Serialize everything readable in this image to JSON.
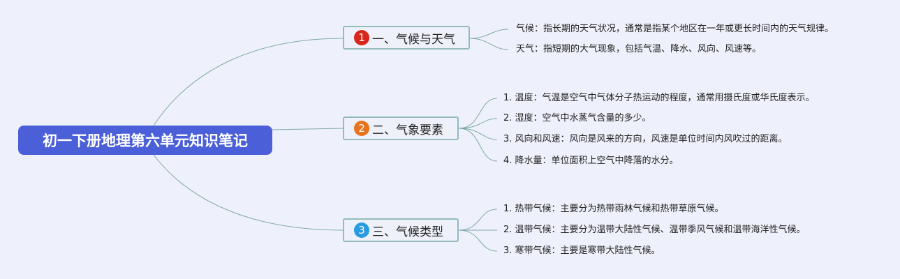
{
  "root": {
    "label": "初一下册地理第六单元知识笔记"
  },
  "branches": [
    {
      "number": "1",
      "label": "一、气候与天气",
      "badge_color": "#d9261c",
      "leaves": [
        "气候：指长期的天气状况，通常是指某个地区在一年或更长时间内的天气规律。",
        "天气：指短期的大气现象，包括气温、降水、风向、风速等。"
      ]
    },
    {
      "number": "2",
      "label": "二、气象要素",
      "badge_color": "#e8731e",
      "leaves": [
        "1. 温度：气温是空气中气体分子热运动的程度，通常用摄氏度或华氏度表示。",
        "2. 湿度：空气中水蒸气含量的多少。",
        "3. 风向和风速：风向是风来的方向，风速是单位时间内风吹过的距离。",
        "4. 降水量：单位面积上空气中降落的水分。"
      ]
    },
    {
      "number": "3",
      "label": "三、气候类型",
      "badge_color": "#2a9be0",
      "leaves": [
        "1. 热带气候：主要分为热带雨林气候和热带草原气候。",
        "2. 温带气候：主要分为温带大陆性气候、温带季风气候和温带海洋性气候。",
        "3. 寒带气候：主要是寒带大陆性气候。"
      ]
    }
  ]
}
